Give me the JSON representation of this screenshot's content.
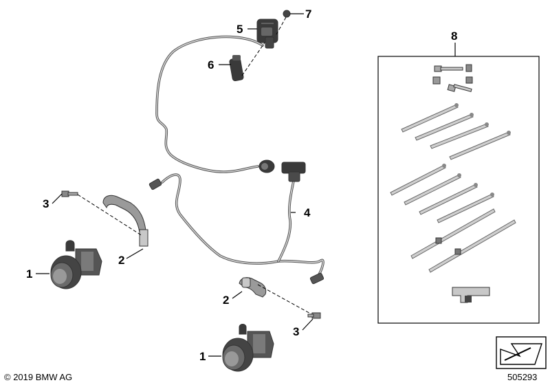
{
  "callouts": {
    "fog_light_left": "1",
    "bracket_left": "2",
    "screw_left": "3",
    "wiring_harness": "4",
    "switch": "5",
    "connector": "6",
    "nut": "7",
    "installation_kit": "8",
    "bracket_right": "2",
    "screw_right": "3",
    "fog_light_right": "1"
  },
  "footer": {
    "copyright": "© 2019 BMW AG",
    "diagram_number": "505293"
  },
  "colors": {
    "line": "#000000",
    "cable": "#555555",
    "part_dark": "#3a3a3a",
    "part_light": "#cfcfcf"
  }
}
